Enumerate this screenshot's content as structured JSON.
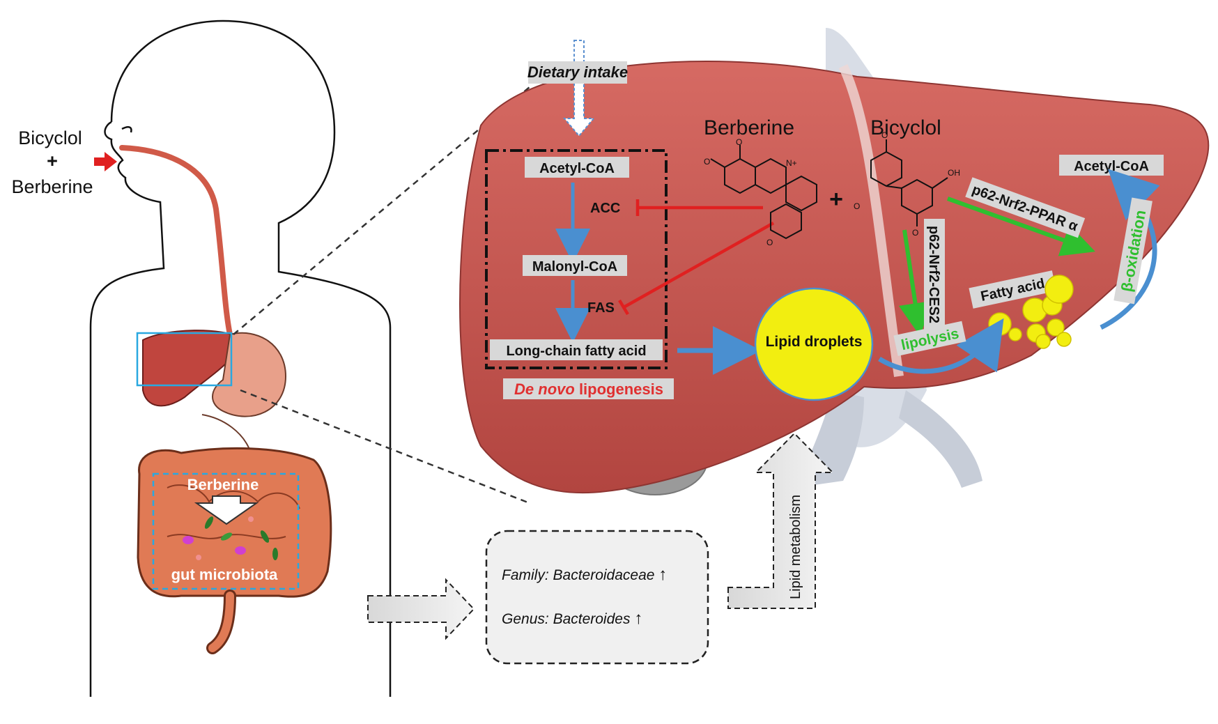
{
  "intake": {
    "drug1": "Bicyclol",
    "plus": "+",
    "drug2": "Berberine"
  },
  "liver": {
    "dietary_intake": "Dietary intake",
    "acetyl_coa_left": "Acetyl-CoA",
    "acc": "ACC",
    "malonyl_coa": "Malonyl-CoA",
    "fas": "FAS",
    "long_chain_fa": "Long-chain fatty acid",
    "de_novo": "De novo",
    "lipogenesis": "lipogenesis",
    "berberine": "Berberine",
    "plus": "+",
    "bicyclol": "Bicyclol",
    "p62_nrf2_ces2": "p62-Nrf2-CES2",
    "p62_nrf2_ppar": "p62-Nrf2-PPAR α",
    "acetyl_coa_right": "Acetyl-CoA",
    "beta_oxidation": "β-oxidation",
    "fatty_acid": "Fatty acid",
    "lipid_droplets": "Lipid droplets",
    "lipolysis": "lipolysis"
  },
  "gut": {
    "berberine": "Berberine",
    "gut_microbiota": "gut microbiota"
  },
  "microbiota_box": {
    "family_label": "Family:",
    "family_value": "Bacteroidaceae",
    "genus_label": "Genus:",
    "genus_value": "Bacteroides",
    "up_arrow": "↑"
  },
  "lipid_metabolism": "Lipid metabolism",
  "colors": {
    "liver": "#c85a55",
    "inhibit": "#e02020",
    "activate": "#2fbf2f",
    "flow": "#4a8fd0",
    "droplet": "#f2ee10"
  }
}
